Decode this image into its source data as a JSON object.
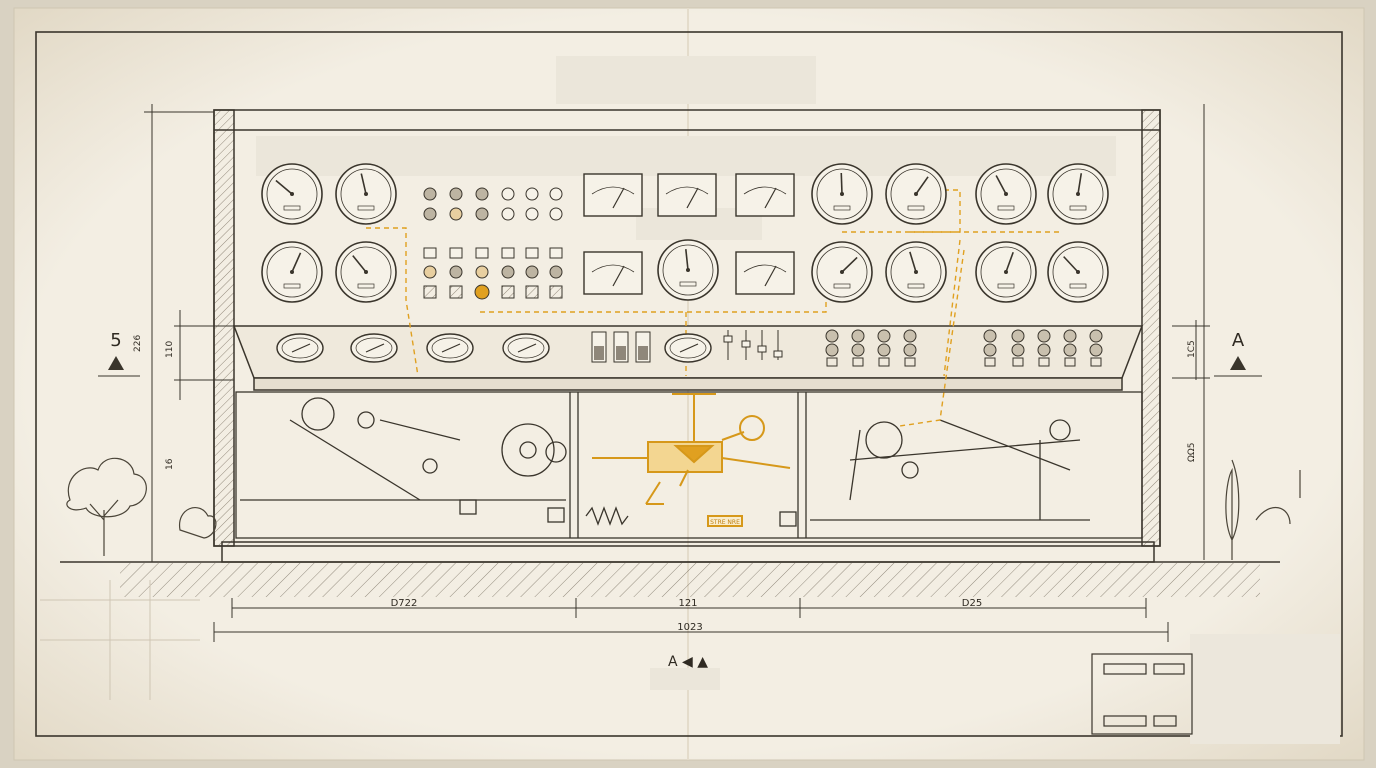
{
  "sheet": {
    "paper_color": "#f1ece0",
    "ink_color": "#3a352c",
    "accent_color": "#e0a020"
  },
  "markers": {
    "left_section_number": "5",
    "right_section_letter": "A",
    "bottom_section": "A ◀ ▲"
  },
  "dimensions": {
    "left_upper": "226",
    "left_mid": "110",
    "left_lower": "16",
    "right_upper": "1C5",
    "right_lower": "ΩΩ5",
    "bottom_left": "D722",
    "bottom_mid": "121",
    "bottom_right": "D25",
    "bottom_total": "1023"
  },
  "callout": {
    "label": "STRE NRE"
  },
  "panel": {
    "gauge_count": 18,
    "button_rows": 4
  }
}
